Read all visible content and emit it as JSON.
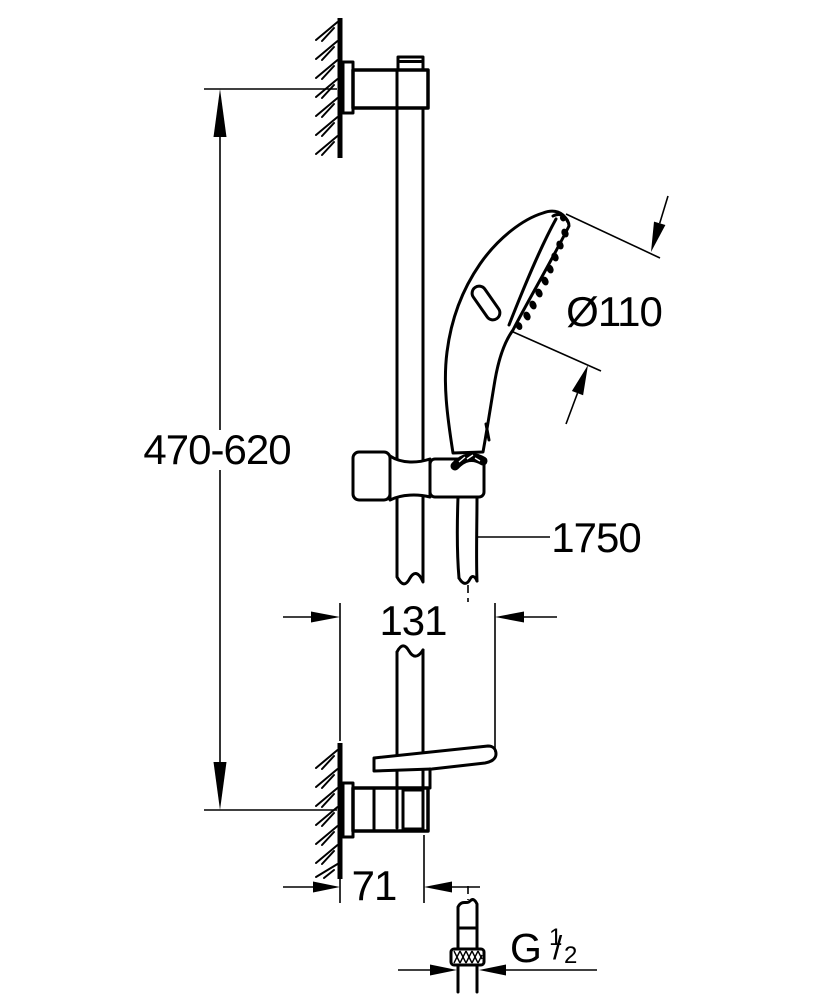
{
  "diagram": {
    "background_color": "#ffffff",
    "line_color": "#000000",
    "type": "technical dimension drawing of a shower rail set",
    "parts": [
      "top wall bracket",
      "shower rail",
      "hand shower",
      "slider holder",
      "shower hose",
      "bottom wall bracket",
      "lever arm",
      "hose connection nut",
      "wall hatching"
    ],
    "dimensions": {
      "rail_height_range": "470-620",
      "head_diameter": "Ø110",
      "hose_length": "1750",
      "holder_reach": "131",
      "bracket_depth": "71",
      "thread": {
        "letter": "G",
        "numerator": "1",
        "slash": "/",
        "denominator": "2"
      }
    }
  }
}
